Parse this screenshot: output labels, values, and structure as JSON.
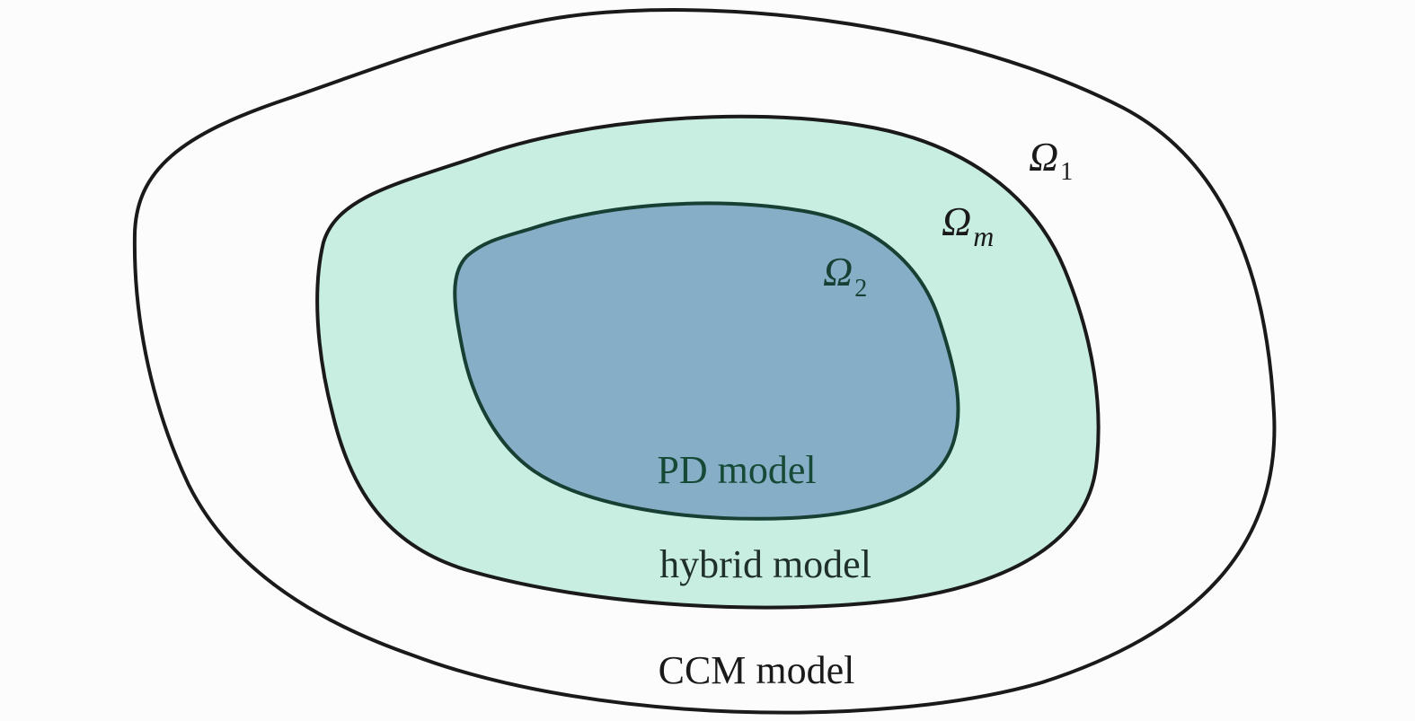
{
  "regions": {
    "outer": {
      "symbol": "Ω",
      "subscript": "1",
      "model_label": "CCM model",
      "fill": "#fcfcfc",
      "stroke": "#1a1a1a"
    },
    "middle": {
      "symbol": "Ω",
      "subscript": "m",
      "model_label": "hybrid model",
      "fill": "#c8eee1",
      "stroke": "#1a1a1a",
      "label_color": "#1f2f2a"
    },
    "inner": {
      "symbol": "Ω",
      "subscript": "2",
      "model_label": "PD model",
      "fill": "#86afc7",
      "stroke": "#173f33",
      "label_color": "#174a36"
    }
  }
}
